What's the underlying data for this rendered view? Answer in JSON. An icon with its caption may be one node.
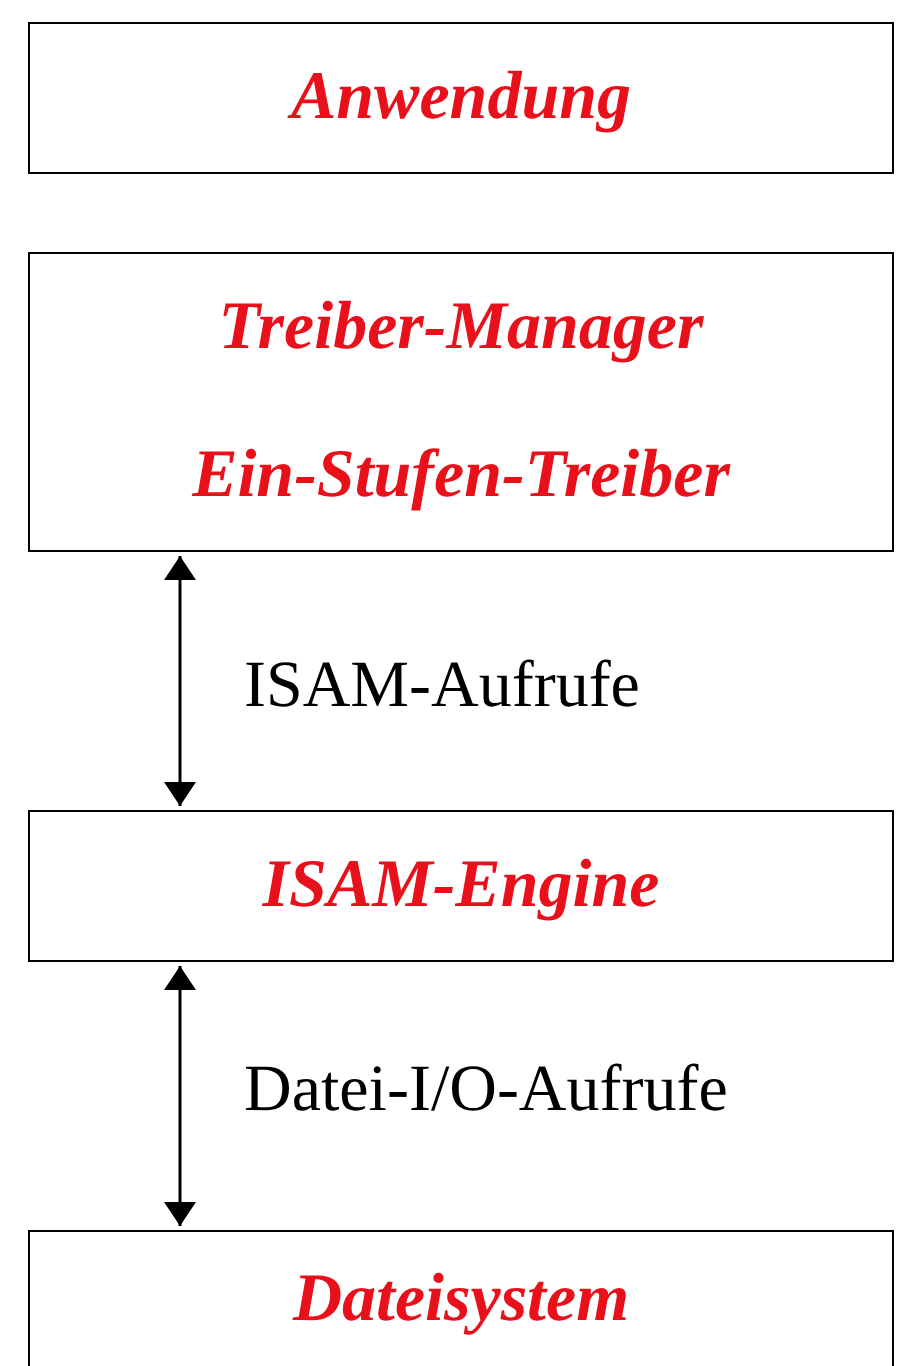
{
  "diagram": {
    "nodes": [
      {
        "text": [
          "Anwendung"
        ]
      },
      {
        "text": [
          "Treiber-Manager"
        ]
      },
      {
        "text": [
          "Ein-Stufen-Treiber"
        ]
      },
      {
        "text": [
          "ISAM-Engine"
        ]
      },
      {
        "text": [
          "Dateisystem"
        ]
      }
    ],
    "edges": [
      {
        "from": 2,
        "to": 3,
        "arrow": "both",
        "label": "ISAM-Aufrufe"
      },
      {
        "from": 3,
        "to": 4,
        "arrow": "both",
        "label": "Datei-I/O-Aufrufe"
      }
    ]
  }
}
